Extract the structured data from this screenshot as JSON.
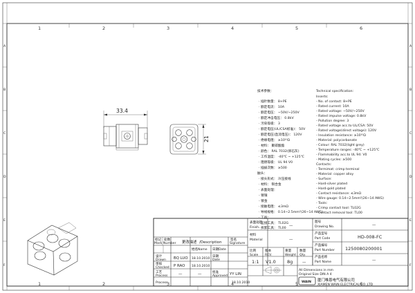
{
  "zones_top": [
    "1",
    "2",
    "3",
    "4",
    "5",
    "6"
  ],
  "zones_left": [
    "A",
    "B",
    "C",
    "D",
    "E",
    "F"
  ],
  "dimensions": {
    "width": "33.4",
    "height": "21"
  },
  "notes_cn": {
    "title": "技术参数：",
    "lines": [
      "· 插针数量：  8+PE",
      "· 额定电流：  10A",
      "· 额定电压：  ~50V/~250V",
      "· 额定冲击电压：  0.8kV",
      "· 污染等级：  3",
      "· 额定电压(UL/CSA标准)：  50V",
      "· 额定电压(直流电压)：  120V",
      "· 绝缘电阻：  ≥10¹⁰Ω",
      "· 材料：  聚碳酸酯",
      "· 颜色：  RAL 7032(卵石灰)",
      "· 工作温度：  -40℃ ~ +125℃",
      "· 阻燃等级：  UL 94  V0",
      "· 插拔次数：  ≥500",
      "触头：",
      "· 接头形式：  冷压接线",
      "· 材料：  铜合金",
      "· 表面处理：",
      "   - 镀银",
      "   - 镀金",
      "· 接触电阻：  ≤3mΩ",
      "· 导线规格：  0.14~2.5mm²(26~14 AWG)",
      "· 工具：",
      "   - 压接工具：  TL02G",
      "   - 拆卸工具：  TL00"
    ]
  },
  "notes_en": {
    "title": "Technical specification:",
    "lines": [
      "Inserts:",
      "- No. of contact: 8+PE",
      "- Rated current: 10A",
      "- Rated voltage: ~50V/~250V",
      "- Rated impulse voltage: 0.8kV",
      "- Pollution degree: 3",
      "- Rated voltage acc.to UL/CSA: 50V",
      "- Rated voltage(direct voltage): 120V",
      "- Insulation resistance: ≥10¹⁰Ω",
      "- Material: polycarbonate",
      "- Colour: RAL 7032(light grey)",
      "- Temperature ranges: -40℃ ~ +125℃",
      "- Flammability acc.to UL 94: V0",
      "- Mating cycles: ≥500",
      "Contacts:",
      "- Termimat: crimp terminal",
      "- Material: copper alloy",
      "- Surface:",
      "  - Hard-silver plated",
      "  - Hard-gold plated",
      "- Contact resistance: ≤3mΩ",
      "- Wire gauge: 0.14~2.5mm²(26~14 AWG)",
      "- Tools:",
      "  - Crimp contact tool: TL02G",
      "  - Contact removal tool: TL00"
    ]
  },
  "title_block": {
    "finish_cn": "表面处理",
    "finish_en": "Finish",
    "finish_val": "—",
    "material_cn": "材料",
    "material_en": "Material",
    "material_val": "—",
    "drawing_no_cn": "图号",
    "drawing_no_en": "Drawing No.",
    "drawing_no_val": "—",
    "part_code_cn": "产品型号",
    "part_code_en": "Part Code",
    "part_code_val": "HD-008-FC",
    "part_number_cn": "产品编号",
    "part_number_en": "Part Number",
    "part_number_val": "1250080200001",
    "part_name_cn": "产品名称",
    "part_name_en": "Part Name",
    "part_name_val": "—",
    "mark_cn": "标记",
    "mark_en": "Mark",
    "number_cn": "处数",
    "number_en": "Number",
    "description_cn": "更改描述",
    "description_en": "/Description",
    "signature_cn": "签名",
    "signature_en": "Signature",
    "date_cn": "日期",
    "date_en": "Date",
    "drawn_cn": "设计",
    "drawn_en": "Drawn",
    "drawn_name": "BQ LUO",
    "drawn_date": "18.10.2010",
    "checked_cn": "审核",
    "checked_en": "Checked",
    "checked_name": "P RAO",
    "checked_date": "18.10.2010",
    "process_cn": "工艺",
    "process_en": "Process",
    "process_name": "—",
    "process_date": "—",
    "approved_cn": "批准",
    "approved_en": "Approved",
    "approved_name": "YY LIN",
    "approved_date": "18.10.2010",
    "name_cn": "姓名",
    "name_en": "Name",
    "date2_cn": "日期",
    "date2_en": "Date",
    "scale_cn": "比例",
    "scale_en": "Scale",
    "scale_val": "1:1",
    "rev_cn": "版本",
    "rev_en": "REV.",
    "rev_val": "V1.0",
    "weight_cn": "重量",
    "weight_en": "Weight",
    "weight_val": "8g",
    "qty_cn": "数量",
    "qty_en": "Qty.",
    "qty_val": "—",
    "dims_note": "All Dimensions in mm",
    "size_note": "Original Size DIN A 4",
    "company_cn": "厦门唯恩电气有限公司",
    "company_en": "XIAMEN WAIN ELECTRICAL CO.,LTD",
    "logo_text": "WAIN"
  }
}
